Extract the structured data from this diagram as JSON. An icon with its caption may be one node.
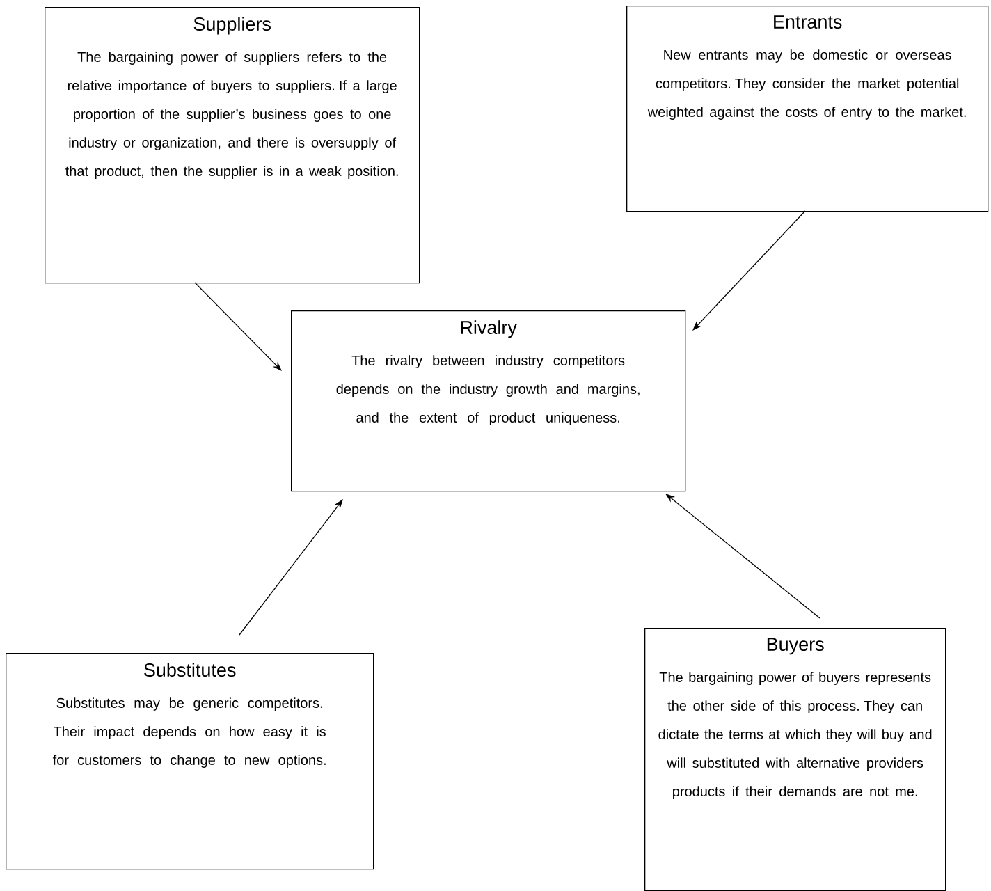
{
  "diagram": {
    "nodes": [
      {
        "text": [
          "Suppliers",
          "The bargaining power of suppliers refers to the relative importance of buyers to suppliers.  If a large proportion of the supplier’s business goes to one industry or organization, and there is oversupply of that product, then the supplier is in a weak position."
        ]
      },
      {
        "text": [
          "Entrants",
          "New entrants may be domestic or overseas competitors.  They consider the market potential weighted against the costs of entry to the market."
        ]
      },
      {
        "text": [
          "Rivalry",
          "The rivalry between industry competitors depends on the industry growth and margins, and the extent of product uniqueness."
        ]
      },
      {
        "text": [
          "Substitutes",
          "Substitutes may be generic competitors. Their impact depends on how easy it is for customers to change to new options."
        ]
      },
      {
        "text": [
          "Buyers",
          "The bargaining power of buyers represents the other side of this process.  They can dictate the terms at which they will buy and will substituted with alternative providers products if their demands are not me."
        ]
      }
    ],
    "edges": [
      {
        "from": 0,
        "to": 2,
        "arrow": "to"
      },
      {
        "from": 1,
        "to": 2,
        "arrow": "to"
      },
      {
        "from": 3,
        "to": 2,
        "arrow": "to"
      },
      {
        "from": 4,
        "to": 2,
        "arrow": "to"
      }
    ]
  }
}
